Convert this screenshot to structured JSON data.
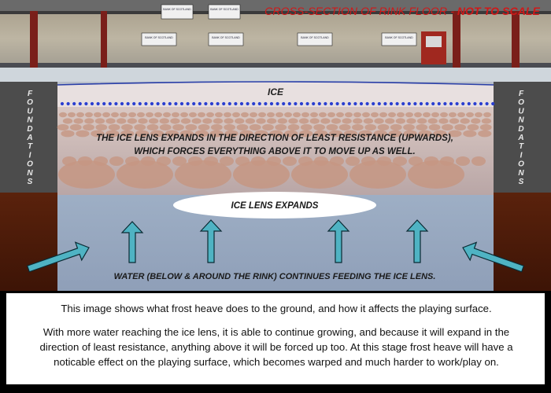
{
  "title": {
    "main": "CROSS-SECTION OF RINK FLOOR - ",
    "emphasis": "NOT TO SCALE"
  },
  "diagram": {
    "ice_label": "ICE",
    "foundations_label": "FOUNDATIONS",
    "expansion_text_line1": "THE ICE LENS EXPANDS IN THE DIRECTION OF LEAST RESISTANCE (UPWARDS),",
    "expansion_text_line2": "WHICH FORCES EVERYTHING ABOVE IT TO MOVE UP AS WELL.",
    "lens_label": "ICE LENS EXPANDS",
    "water_label": "WATER (BELOW & AROUND THE RINK) CONTINUES FEEDING THE ICE LENS.",
    "sign_text": "BANK OF SCOTLAND"
  },
  "caption": {
    "line1": "This image shows what frost heave does to the ground, and how it affects the playing surface.",
    "line2": "With more water reaching the ice lens, it is able to continue growing, and because it will expand in the",
    "line3": "direction of least resistance, anything above it will be forced up too. At this stage frost heave will have a",
    "line4": "noticable effect on the playing surface, which becomes warped and much harder to work/play on."
  },
  "colors": {
    "ice": "#e8dede",
    "soil": "#c8aaa4",
    "stone": "#c69682",
    "water": "#a9b8cc",
    "arrow": "#4fb3c3",
    "dots": "#2a3fd0",
    "foundation": "#4a4a4a",
    "ground": "#4a1a08",
    "title_red": "#d01818"
  }
}
